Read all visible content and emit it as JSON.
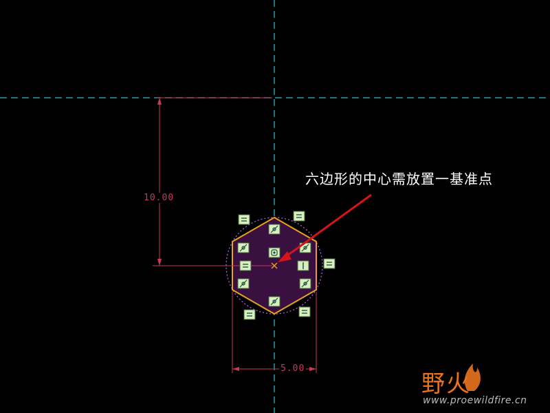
{
  "annotation": {
    "text": "六边形的中心需放置一基准点"
  },
  "dimensions": {
    "vertical": "10.00",
    "horizontal": "5.00"
  },
  "watermark": {
    "logo_text": "野火",
    "url": "www.proewildfire.cn"
  },
  "colors": {
    "background": "#000000",
    "centerline": "#1f9aa0",
    "dimension": "#c8385a",
    "sketch_edge": "#e8a020",
    "hex_fill": "#3a1040",
    "constraint_fill": "#d8f0c0",
    "arrow": "#d4141b"
  }
}
